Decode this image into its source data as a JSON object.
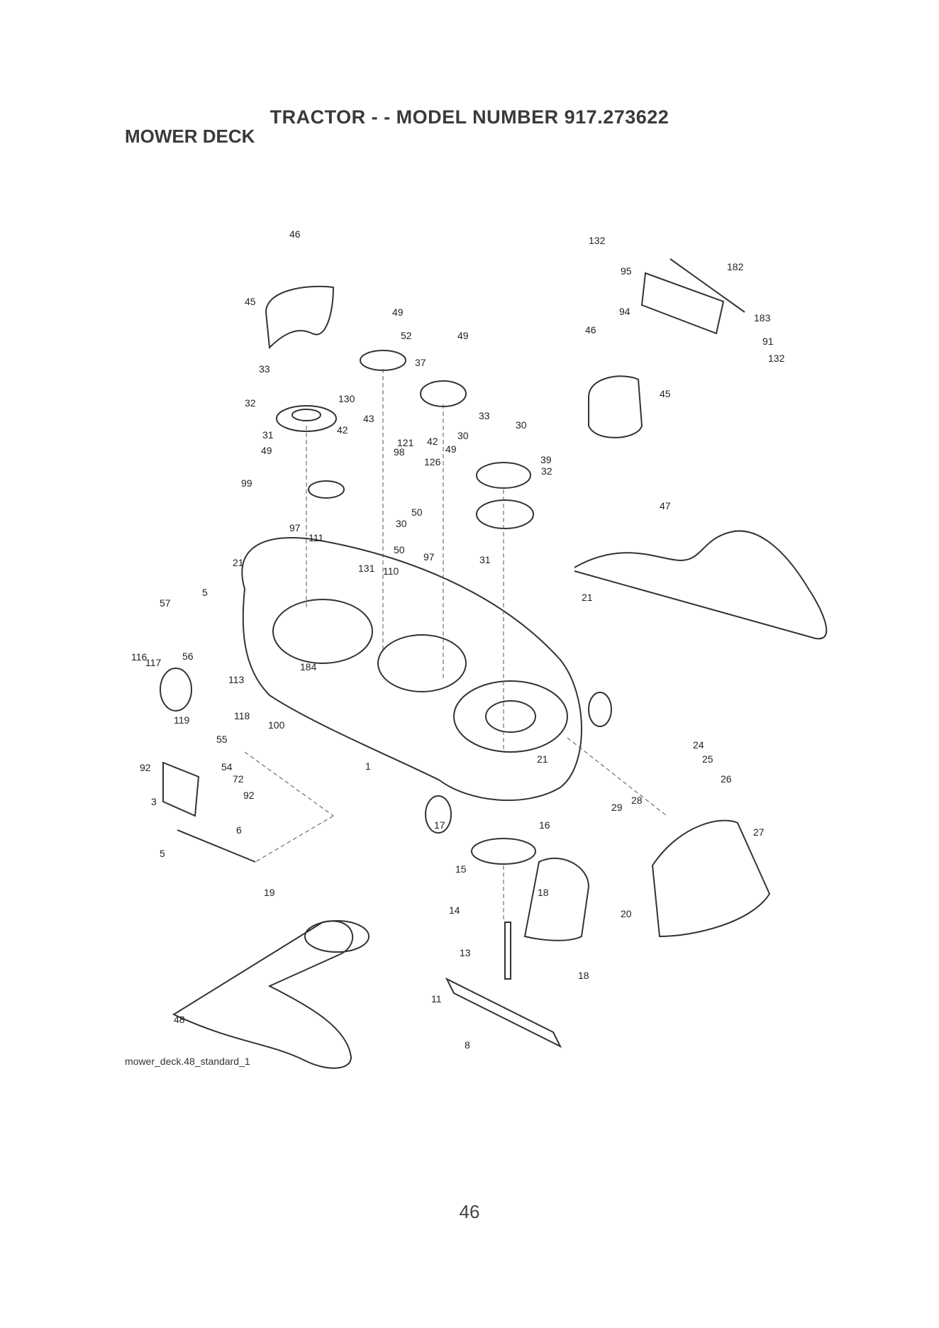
{
  "header": {
    "title": "TRACTOR - - MODEL NUMBER 917.273622",
    "section": "MOWER DECK"
  },
  "caption": "mower_deck.48_standard_1",
  "page_number": "46",
  "callouts": [
    "1",
    "3",
    "5",
    "5",
    "6",
    "8",
    "11",
    "13",
    "14",
    "15",
    "16",
    "17",
    "18",
    "18",
    "19",
    "20",
    "21",
    "21",
    "21",
    "24",
    "25",
    "26",
    "27",
    "28",
    "29",
    "30",
    "30",
    "30",
    "31",
    "31",
    "32",
    "32",
    "33",
    "33",
    "37",
    "39",
    "42",
    "42",
    "43",
    "45",
    "45",
    "46",
    "46",
    "47",
    "48",
    "49",
    "49",
    "49",
    "49",
    "50",
    "50",
    "52",
    "54",
    "55",
    "56",
    "57",
    "72",
    "91",
    "92",
    "92",
    "94",
    "95",
    "97",
    "97",
    "98",
    "99",
    "100",
    "110",
    "111",
    "113",
    "116",
    "117",
    "118",
    "119",
    "121",
    "126",
    "130",
    "131",
    "132",
    "132",
    "182",
    "183",
    "184"
  ]
}
